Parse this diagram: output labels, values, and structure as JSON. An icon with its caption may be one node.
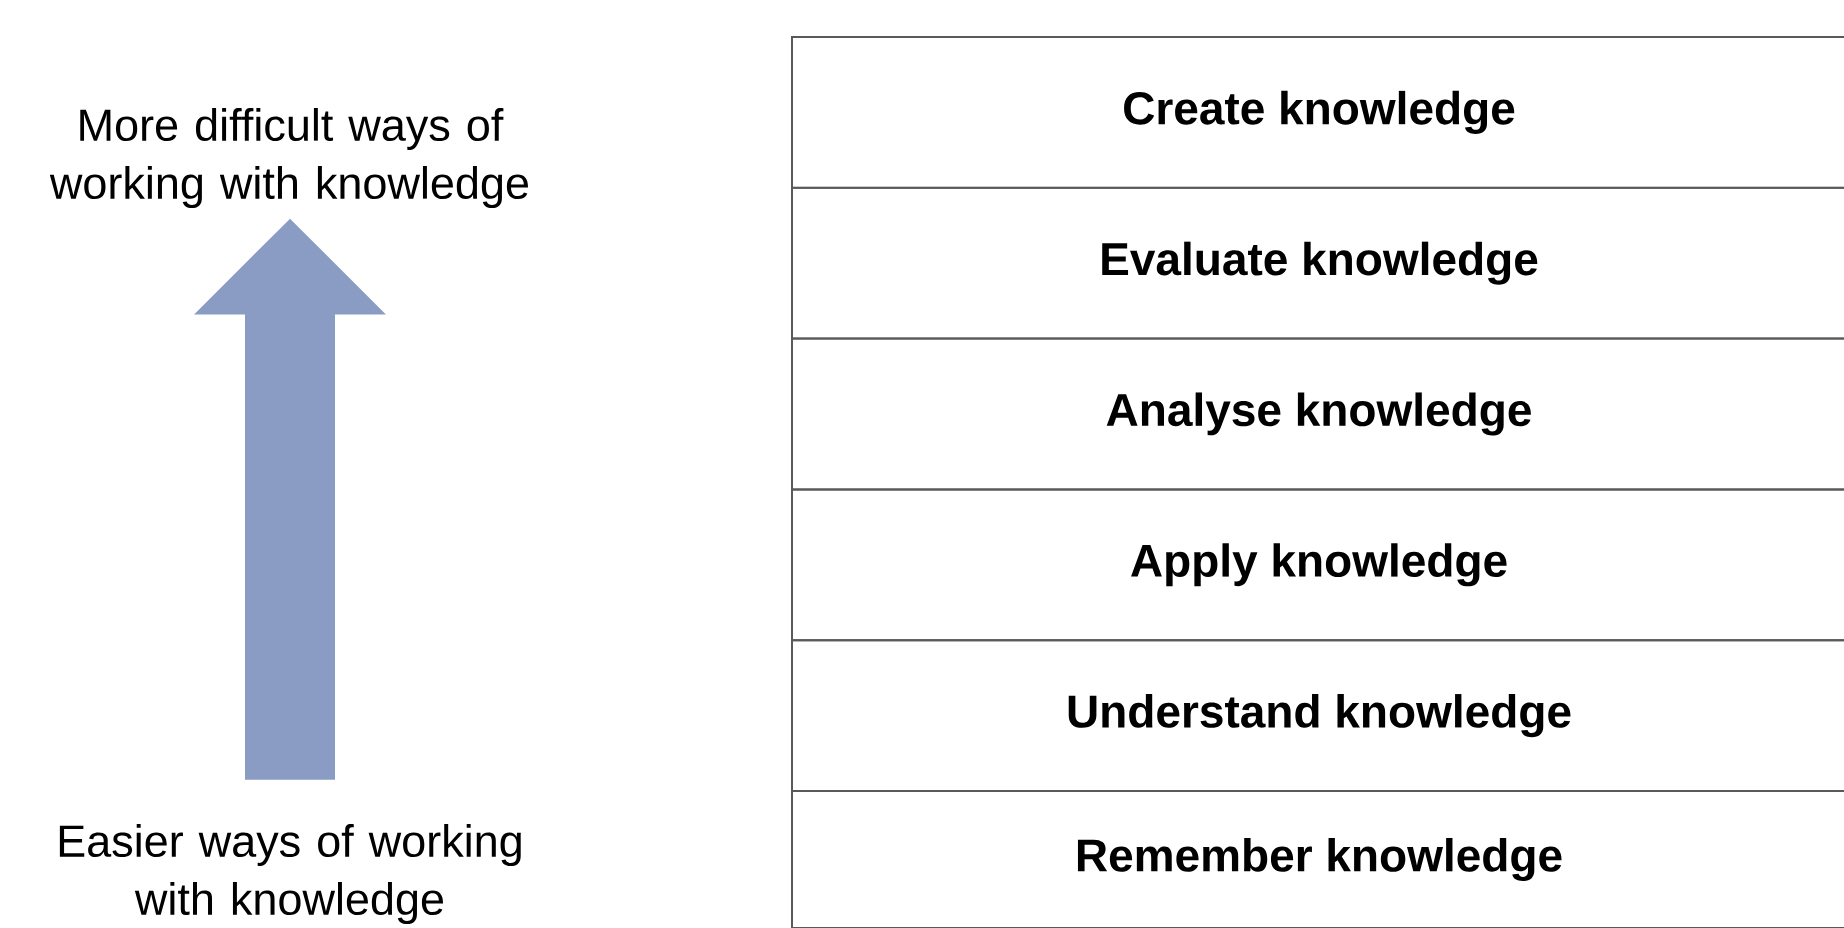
{
  "diagram": {
    "nodes": [
      {
        "text": [
          "More difficult ways of working with knowledge"
        ]
      },
      {
        "text": [
          "Create knowledge"
        ]
      },
      {
        "text": [
          "Evaluate knowledge"
        ]
      },
      {
        "text": [
          "Analyse knowledge"
        ]
      },
      {
        "text": [
          "Apply knowledge"
        ]
      },
      {
        "text": [
          "Understand knowledge"
        ]
      },
      {
        "text": [
          "Remember knowledge"
        ]
      },
      {
        "text": [
          "Easier ways of working with knowledge"
        ]
      }
    ],
    "edges": [
      {
        "from": 7,
        "to": 0,
        "arrow": "to"
      }
    ]
  }
}
